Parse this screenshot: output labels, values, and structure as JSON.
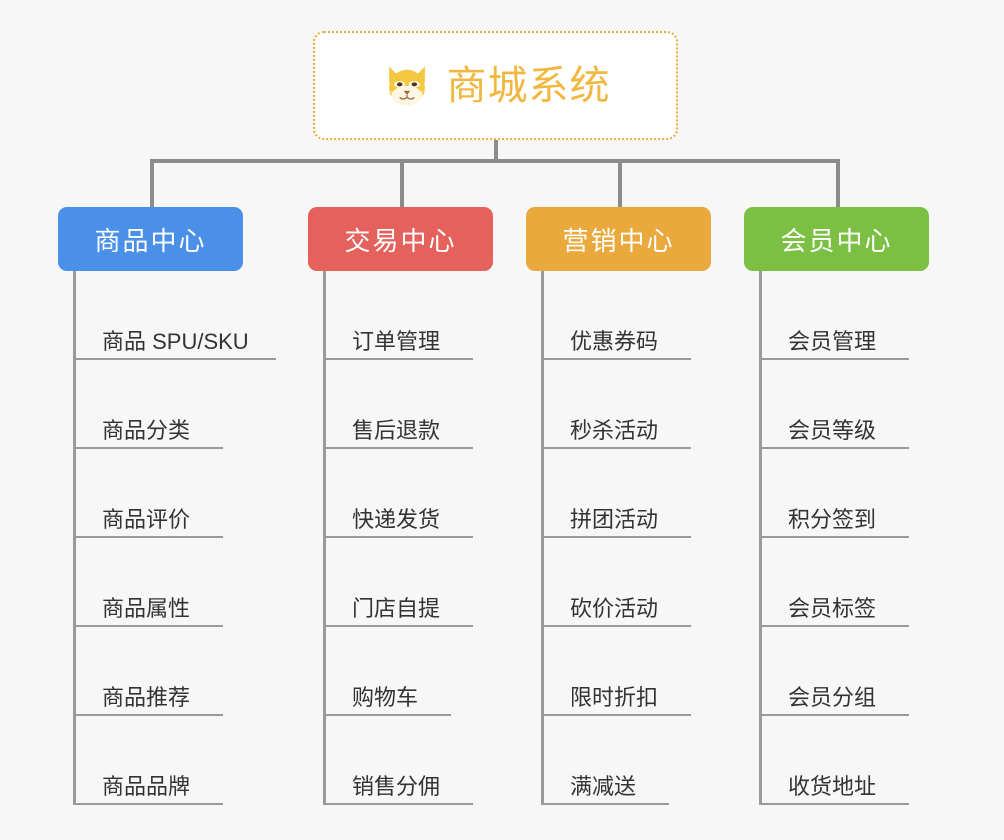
{
  "canvas": {
    "background_color": "#f7f7f7",
    "connector_color": "#8c8c8c"
  },
  "root": {
    "title": "商城系统",
    "icon": "shiba-dog-face-icon",
    "text_color": "#f0b840",
    "border_color": "#eaa93c",
    "background_color": "#ffffff"
  },
  "branches": [
    {
      "title": "商品中心",
      "color": "#4a90e8",
      "leaves": [
        "商品 SPU/SKU",
        "商品分类",
        "商品评价",
        "商品属性",
        "商品推荐",
        "商品品牌"
      ]
    },
    {
      "title": "交易中心",
      "color": "#e4615c",
      "leaves": [
        "订单管理",
        "售后退款",
        "快递发货",
        "门店自提",
        "购物车",
        "销售分佣"
      ]
    },
    {
      "title": "营销中心",
      "color": "#e9a93c",
      "leaves": [
        "优惠券码",
        "秒杀活动",
        "拼团活动",
        "砍价活动",
        "限时折扣",
        "满减送"
      ]
    },
    {
      "title": "会员中心",
      "color": "#7bc043",
      "leaves": [
        "会员管理",
        "会员等级",
        "积分签到",
        "会员标签",
        "会员分组",
        "收货地址"
      ]
    }
  ]
}
